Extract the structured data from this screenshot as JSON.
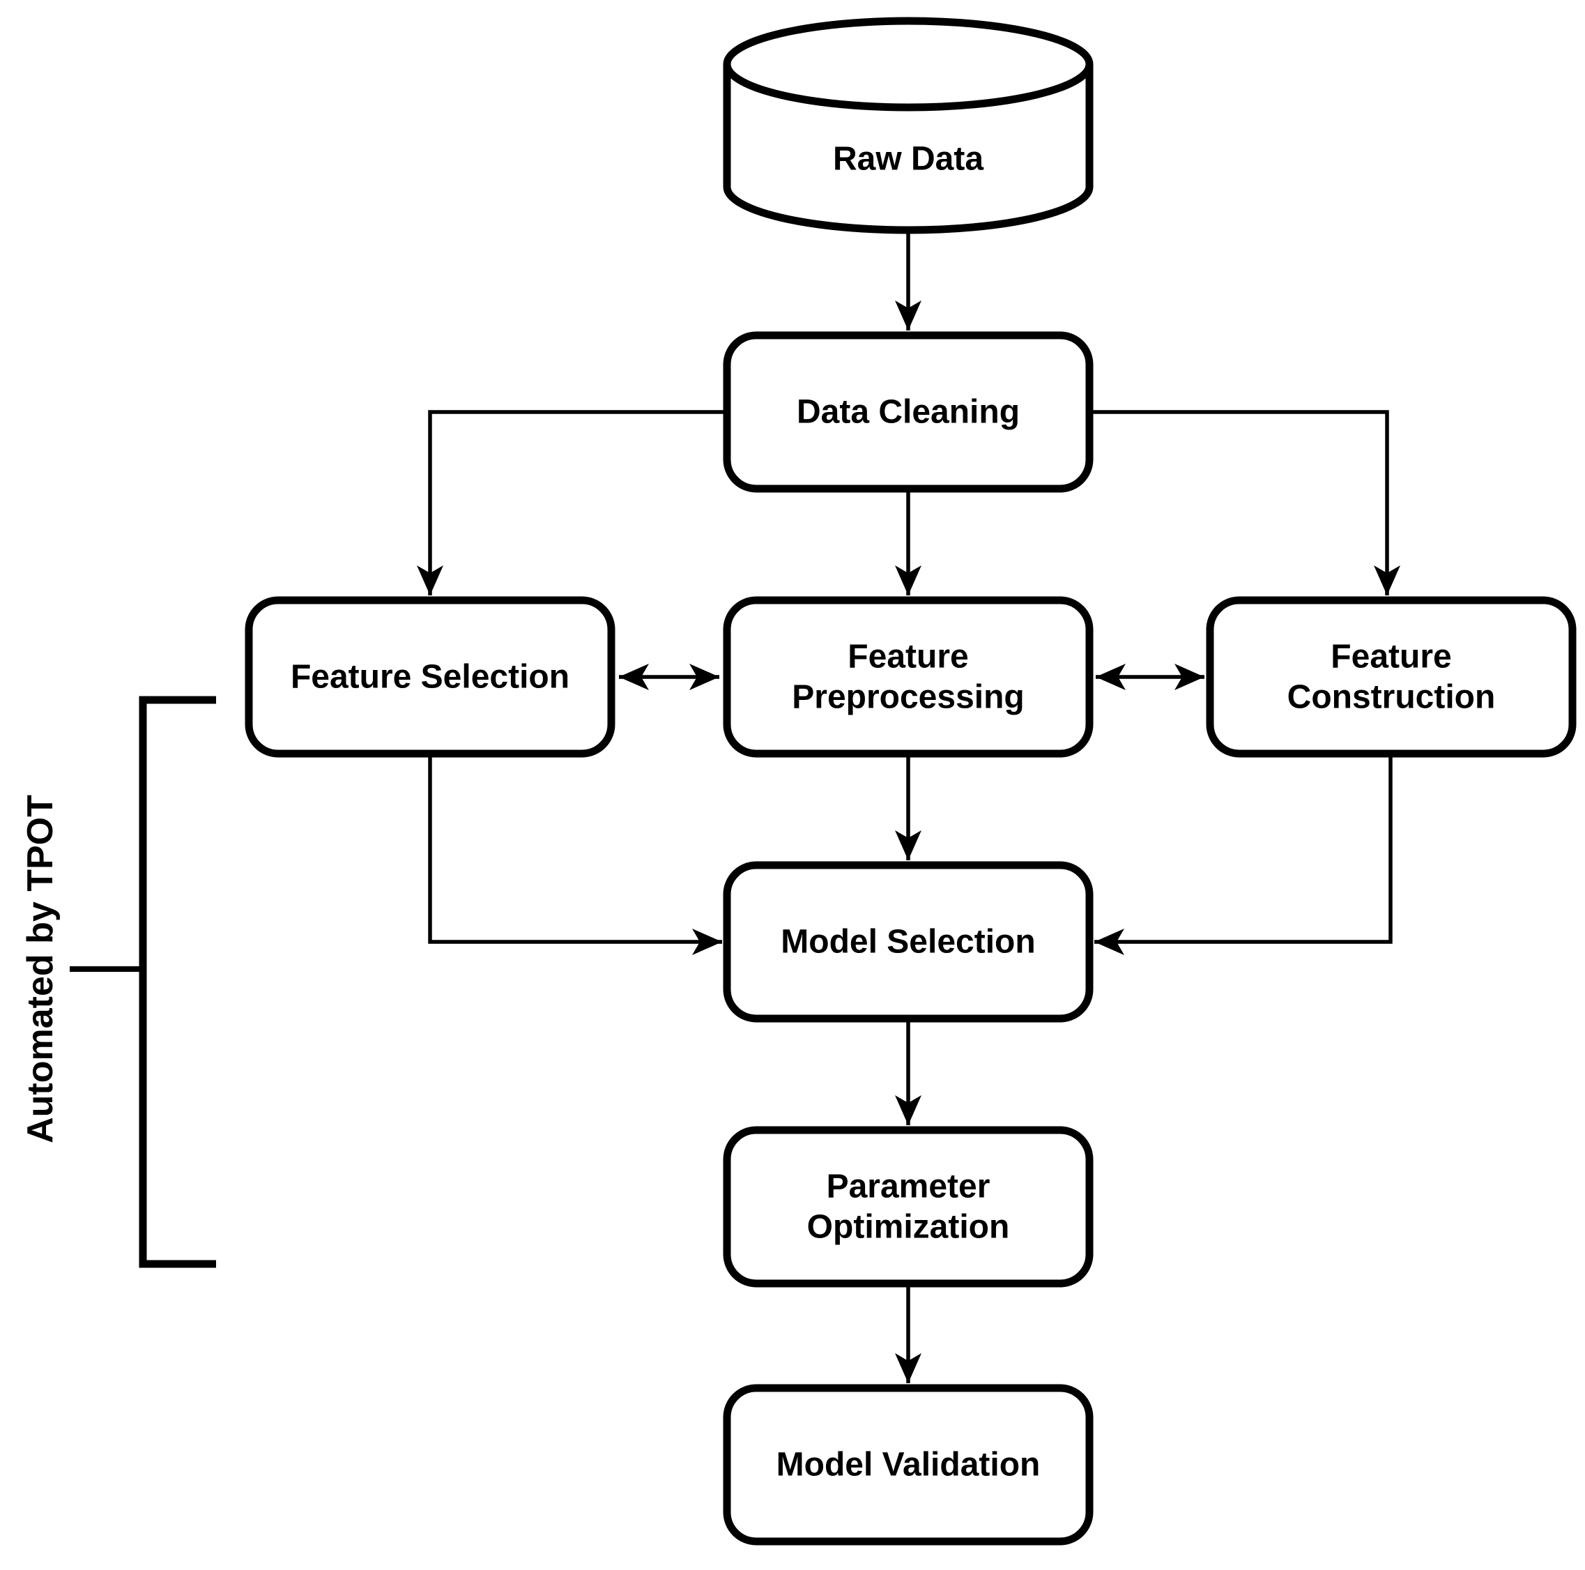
{
  "page": {
    "background": "#ffffff"
  },
  "diagram": {
    "type": "flowchart",
    "colors": {
      "node_fill": "#ffffff",
      "node_stroke": "#000000",
      "edge_stroke": "#000000",
      "text": "#000000"
    },
    "annotation": {
      "label": "Automated by TPOT"
    },
    "nodes": {
      "raw_data": {
        "label": "Raw Data",
        "shape": "cylinder"
      },
      "data_cleaning": {
        "label": "Data Cleaning",
        "shape": "rounded-rect"
      },
      "feature_selection": {
        "label": "Feature Selection",
        "shape": "rounded-rect"
      },
      "feature_preprocessing": {
        "label": "Feature Preprocessing",
        "lines": [
          "Feature",
          "Preprocessing"
        ],
        "shape": "rounded-rect"
      },
      "feature_construction": {
        "label": "Feature Construction",
        "lines": [
          "Feature",
          "Construction"
        ],
        "shape": "rounded-rect"
      },
      "model_selection": {
        "label": "Model Selection",
        "shape": "rounded-rect"
      },
      "parameter_optimization": {
        "label": "Parameter Optimization",
        "lines": [
          "Parameter",
          "Optimization"
        ],
        "shape": "rounded-rect"
      },
      "model_validation": {
        "label": "Model Validation",
        "shape": "rounded-rect"
      }
    },
    "edges": [
      {
        "from": "raw_data",
        "to": "data_cleaning",
        "type": "arrow"
      },
      {
        "from": "data_cleaning",
        "to": "feature_selection",
        "type": "arrow"
      },
      {
        "from": "data_cleaning",
        "to": "feature_preprocessing",
        "type": "arrow"
      },
      {
        "from": "data_cleaning",
        "to": "feature_construction",
        "type": "arrow"
      },
      {
        "from": "feature_selection",
        "to": "feature_preprocessing",
        "type": "double-arrow"
      },
      {
        "from": "feature_preprocessing",
        "to": "feature_construction",
        "type": "double-arrow"
      },
      {
        "from": "feature_selection",
        "to": "model_selection",
        "type": "arrow"
      },
      {
        "from": "feature_preprocessing",
        "to": "model_selection",
        "type": "arrow"
      },
      {
        "from": "feature_construction",
        "to": "model_selection",
        "type": "arrow"
      },
      {
        "from": "model_selection",
        "to": "parameter_optimization",
        "type": "arrow"
      },
      {
        "from": "parameter_optimization",
        "to": "model_validation",
        "type": "arrow"
      }
    ]
  }
}
